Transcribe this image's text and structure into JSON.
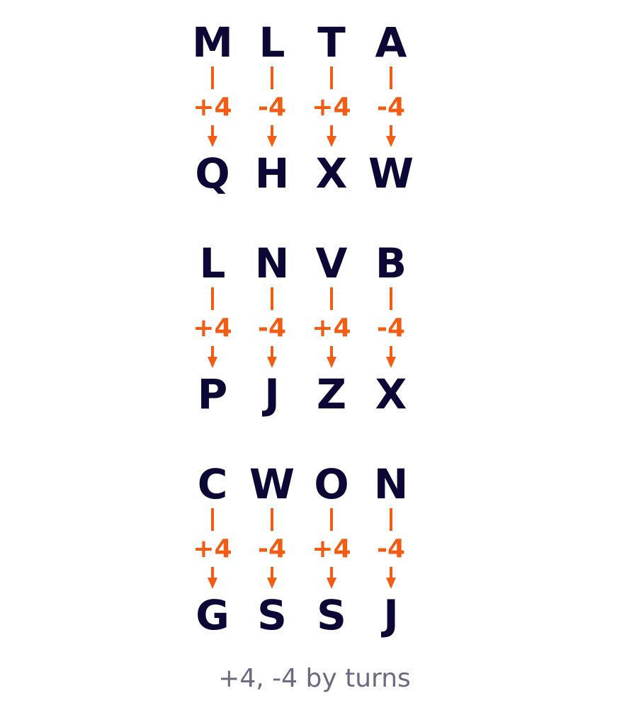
{
  "colors": {
    "letter": "#0b0836",
    "operation": "#f25c14",
    "caption": "#6b6a80",
    "background": "#ffffff"
  },
  "groups": [
    {
      "columns": [
        {
          "top": "M",
          "op": "+4",
          "bottom": "Q"
        },
        {
          "top": "L",
          "op": "-4",
          "bottom": "H"
        },
        {
          "top": "T",
          "op": "+4",
          "bottom": "X"
        },
        {
          "top": "A",
          "op": "-4",
          "bottom": "W"
        }
      ]
    },
    {
      "columns": [
        {
          "top": "L",
          "op": "+4",
          "bottom": "P"
        },
        {
          "top": "N",
          "op": "-4",
          "bottom": "J"
        },
        {
          "top": "V",
          "op": "+4",
          "bottom": "Z"
        },
        {
          "top": "B",
          "op": "-4",
          "bottom": "X"
        }
      ]
    },
    {
      "columns": [
        {
          "top": "C",
          "op": "+4",
          "bottom": "G"
        },
        {
          "top": "W",
          "op": "-4",
          "bottom": "S"
        },
        {
          "top": "O",
          "op": "+4",
          "bottom": "S"
        },
        {
          "top": "N",
          "op": "-4",
          "bottom": "J"
        }
      ]
    }
  ],
  "caption": "+4, -4 by turns"
}
